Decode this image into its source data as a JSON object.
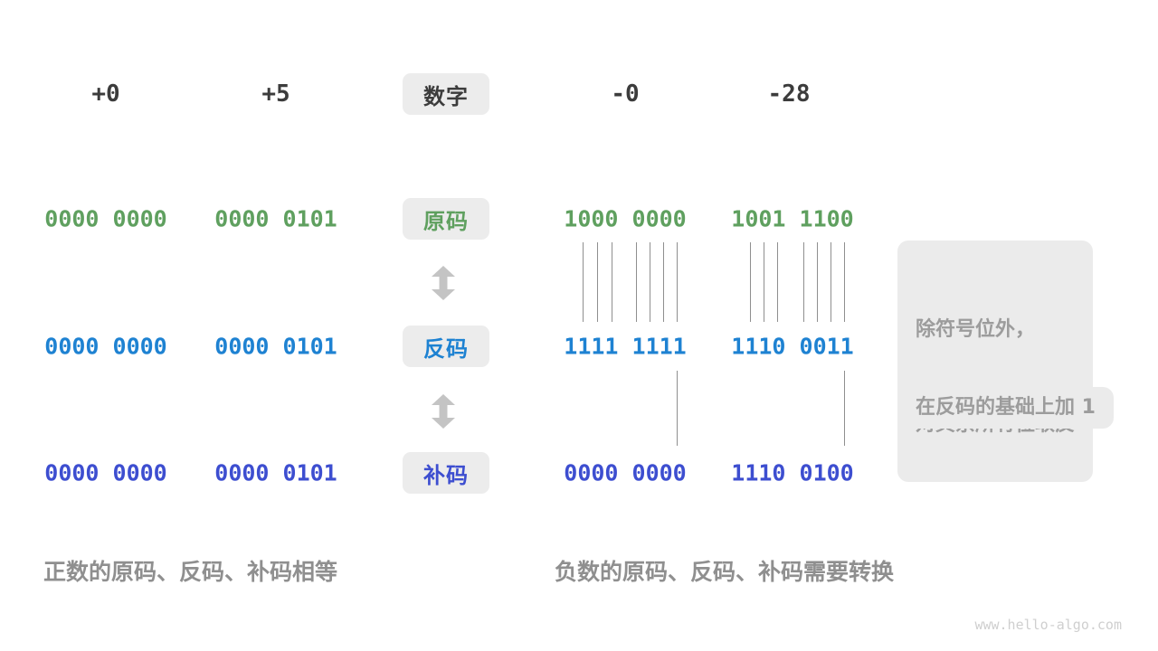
{
  "header": {
    "badge": "数字",
    "labels": [
      "+0",
      "+5",
      "-0",
      "-28"
    ]
  },
  "rows": [
    {
      "badge": "原码",
      "color": "#5FA05F",
      "values": [
        "0000 0000",
        "0000 0101",
        "1000 0000",
        "1001 1100"
      ]
    },
    {
      "badge": "反码",
      "color": "#1E82D2",
      "values": [
        "0000 0000",
        "0000 0101",
        "1111 1111",
        "1110 0011"
      ]
    },
    {
      "badge": "补码",
      "color": "#3D4ED0",
      "values": [
        "0000 0000",
        "0000 0101",
        "0000 0000",
        "1110 0100"
      ]
    }
  ],
  "annotations": {
    "invert_note_line1": "除符号位外，",
    "invert_note_line2": "对其余所有位取反",
    "add_one_note": "在反码的基础上加 1"
  },
  "captions": {
    "positive": "正数的原码、反码、补码相等",
    "negative": "负数的原码、反码、补码需要转换"
  },
  "watermark": "www.hello-algo.com",
  "colors": {
    "sign_magnitude": "#5FA05F",
    "ones_complement": "#1E82D2",
    "twos_complement": "#3D4ED0",
    "header_text": "#3C3C3C",
    "note_text": "#9C9C9C",
    "badge_bg": "#ECECEC",
    "arrow": "#C4C4C4"
  }
}
